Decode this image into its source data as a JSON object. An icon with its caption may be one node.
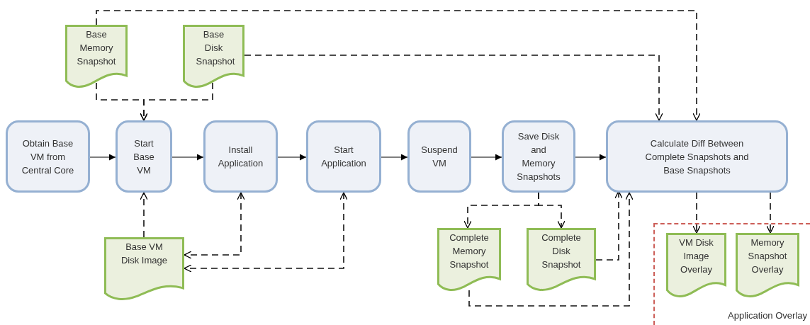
{
  "diagram": {
    "nodes": [
      {
        "text": [
          "Obtain Base VM from Central Core"
        ]
      },
      {
        "text": [
          "Start Base VM"
        ]
      },
      {
        "text": [
          "Install Application"
        ]
      },
      {
        "text": [
          "Start Application"
        ]
      },
      {
        "text": [
          "Suspend VM"
        ]
      },
      {
        "text": [
          "Save Disk and Memory Snapshots"
        ]
      },
      {
        "text": [
          "Calculate Diff Between Complete Snapshots and Base Snapshots"
        ]
      },
      {
        "text": [
          "Base Memory Snapshot"
        ]
      },
      {
        "text": [
          "Base Disk Snapshot"
        ]
      },
      {
        "text": [
          "Base VM Disk Image"
        ]
      },
      {
        "text": [
          "Complete Memory Snapshot"
        ]
      },
      {
        "text": [
          "Complete Disk Snapshot"
        ]
      },
      {
        "text": [
          "Application Overlay"
        ]
      },
      {
        "text": [
          "VM Disk Image Overlay"
        ],
        "in": 12
      },
      {
        "text": [
          "Memory Snapshot Overlay"
        ],
        "in": 12
      }
    ],
    "edges": [
      {
        "from": 0,
        "to": 1,
        "arrow": "to"
      },
      {
        "from": 1,
        "to": 2,
        "arrow": "to"
      },
      {
        "from": 2,
        "to": 3,
        "arrow": "to"
      },
      {
        "from": 3,
        "to": 4,
        "arrow": "to"
      },
      {
        "from": 4,
        "to": 5,
        "arrow": "to"
      },
      {
        "from": 5,
        "to": 6,
        "arrow": "to"
      },
      {
        "from": 7,
        "to": 1,
        "arrow": "to",
        "style": "dashed"
      },
      {
        "from": 8,
        "to": 1,
        "arrow": "to",
        "style": "dashed"
      },
      {
        "from": 7,
        "to": 6,
        "arrow": "to",
        "style": "dashed"
      },
      {
        "from": 8,
        "to": 6,
        "arrow": "to",
        "style": "dashed"
      },
      {
        "from": 9,
        "to": 1,
        "arrow": "to",
        "style": "dashed"
      },
      {
        "from": 2,
        "to": 9,
        "arrow": "both",
        "style": "dashed"
      },
      {
        "from": 3,
        "to": 9,
        "arrow": "both",
        "style": "dashed"
      },
      {
        "from": 5,
        "to": 10,
        "arrow": "to",
        "style": "dashed"
      },
      {
        "from": 5,
        "to": 11,
        "arrow": "to",
        "style": "dashed"
      },
      {
        "from": 11,
        "to": 6,
        "arrow": "to",
        "style": "dashed"
      },
      {
        "from": 10,
        "to": 6,
        "arrow": "to",
        "style": "dashed"
      },
      {
        "from": 6,
        "to": 13,
        "arrow": "to",
        "style": "dashed"
      },
      {
        "from": 6,
        "to": 14,
        "arrow": "to",
        "style": "dashed"
      }
    ]
  }
}
